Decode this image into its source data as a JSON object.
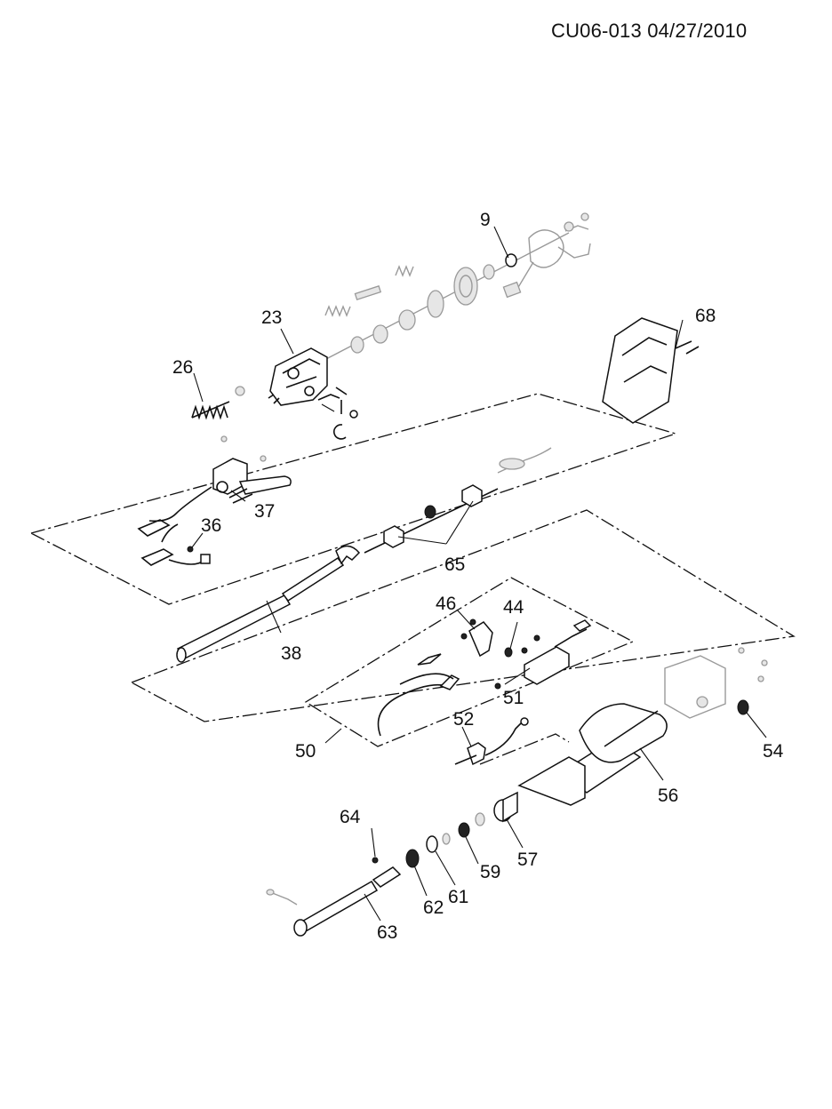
{
  "header": {
    "reference": "CU06-013 04/27/2010"
  },
  "callouts": {
    "c9": "9",
    "c23": "23",
    "c26": "26",
    "c36": "36",
    "c37": "37",
    "c38": "38",
    "c44": "44",
    "c46": "46",
    "c50": "50",
    "c51": "51",
    "c52": "52",
    "c54": "54",
    "c56": "56",
    "c57": "57",
    "c59": "59",
    "c61": "61",
    "c62": "62",
    "c63": "63",
    "c64": "64",
    "c65": "65",
    "c68": "68"
  },
  "colors": {
    "line": "#111111",
    "ghost_part": "#9a9a9a",
    "background": "#ffffff"
  }
}
